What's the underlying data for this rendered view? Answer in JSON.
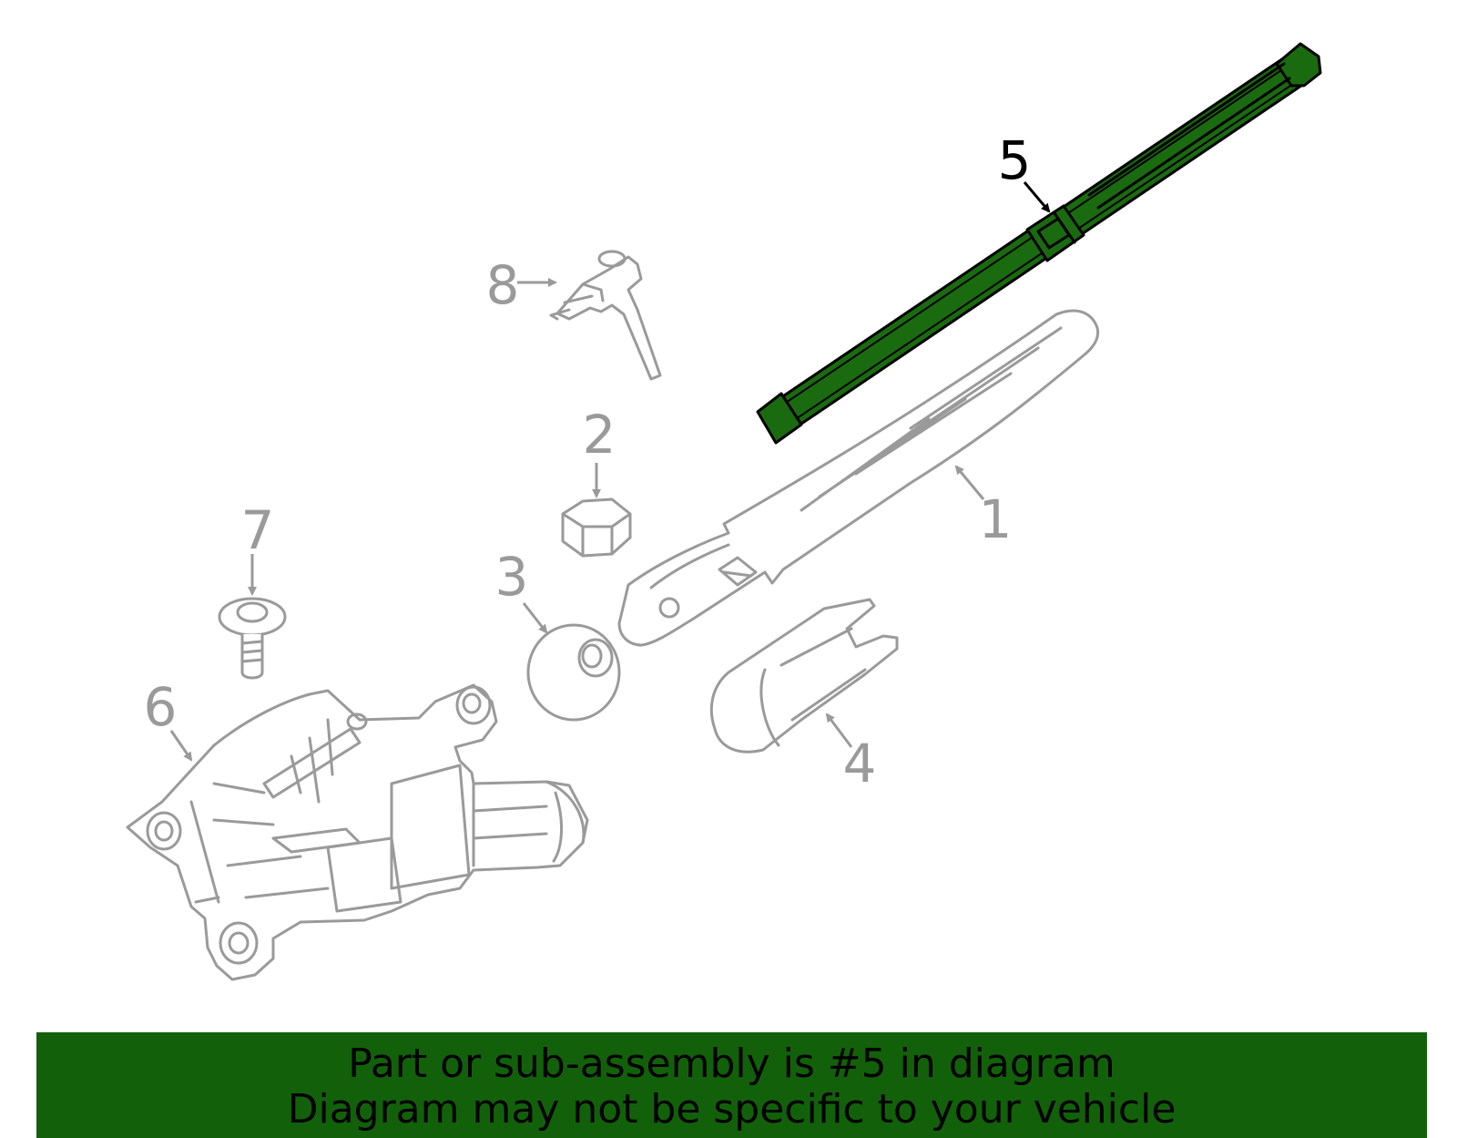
{
  "colors": {
    "highlight": "#1a6b10",
    "banner_bg": "#12610a",
    "muted_part": "#9a9a9a",
    "active_label": "#000000"
  },
  "callouts": {
    "part1": "1",
    "part2": "2",
    "part3": "3",
    "part4": "4",
    "part5": "5",
    "part6": "6",
    "part7": "7",
    "part8": "8"
  },
  "highlighted_part": "5",
  "banner": {
    "line1": "Part or sub-assembly is #5 in diagram",
    "line2": "Diagram may not be specific to your vehicle"
  }
}
